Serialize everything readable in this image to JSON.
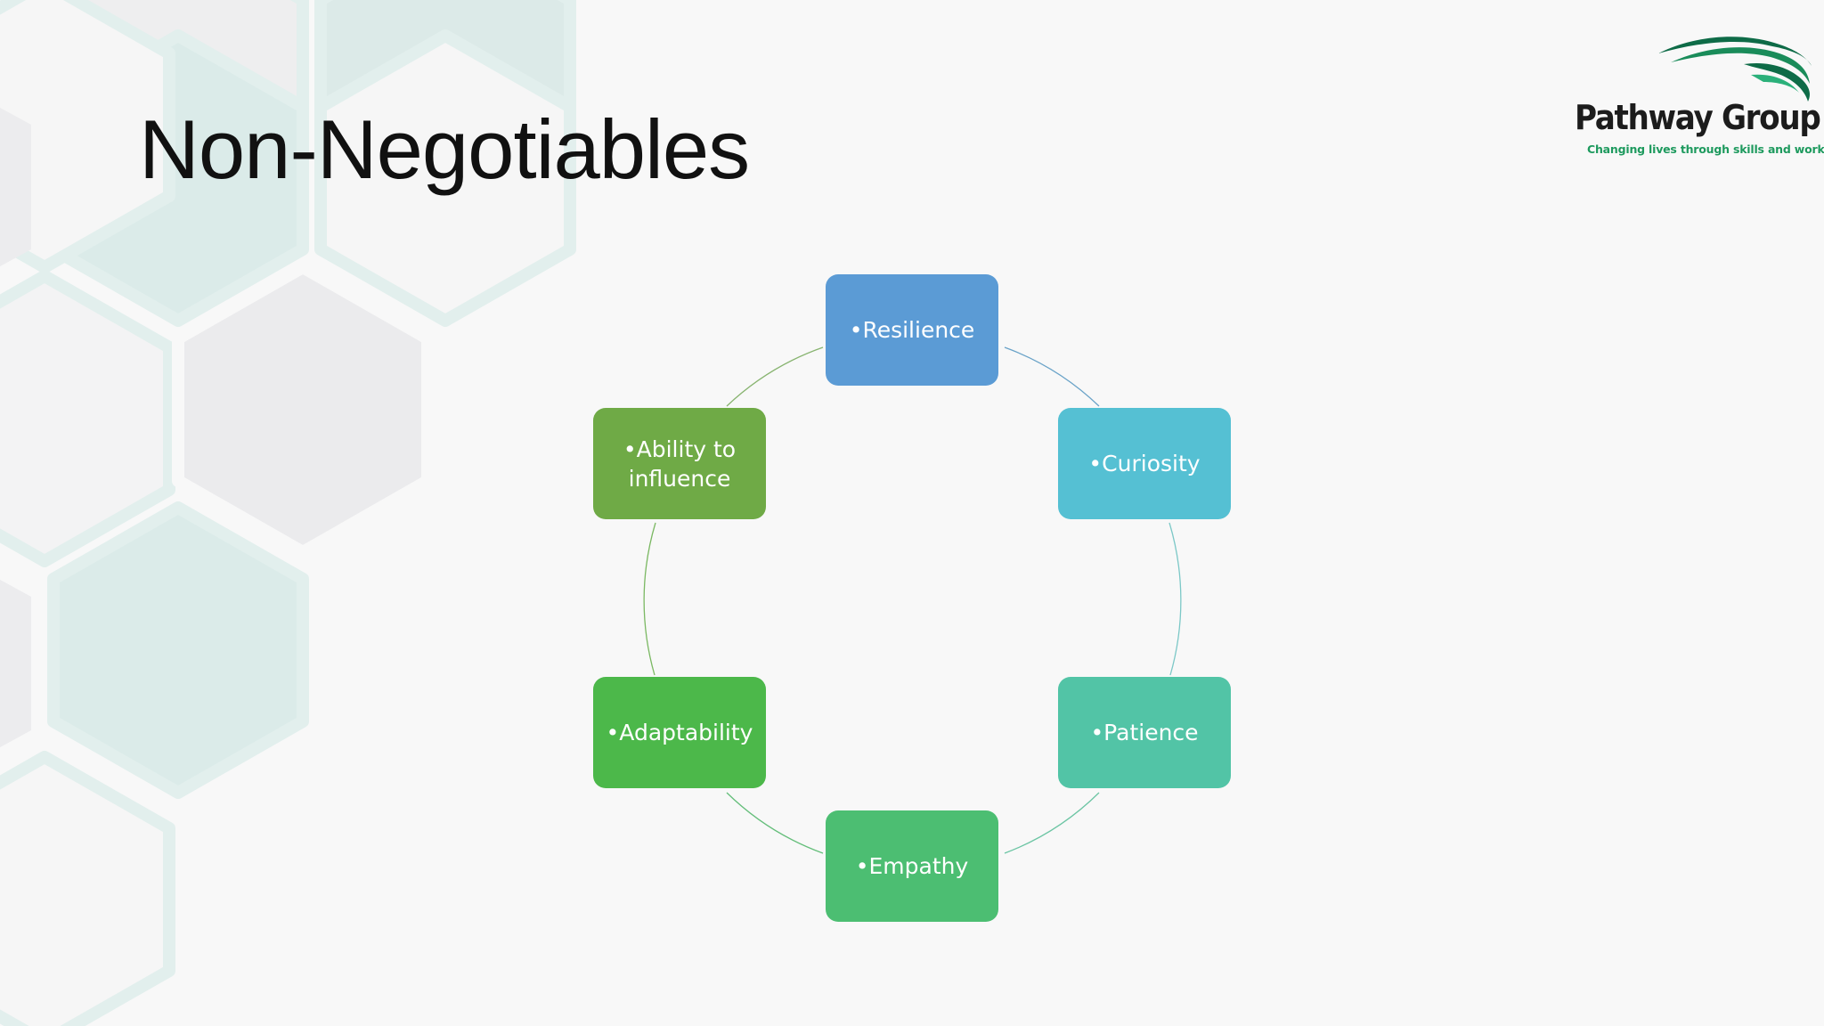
{
  "slide": {
    "title": "Non-Negotiables"
  },
  "logo": {
    "name": "Pathway Group",
    "tagline": "Changing lives through skills and work",
    "colors": {
      "wave_dark": "#0e6b47",
      "wave_light": "#2bb07a",
      "text": "#1c1c1c",
      "tagline": "#1e9a5e"
    }
  },
  "diagram": {
    "type": "cycle",
    "nodes": [
      {
        "label": "•Resilience",
        "color": "#5b9bd5"
      },
      {
        "label": "•Curiosity",
        "color": "#55c0d3"
      },
      {
        "label": "•Patience",
        "color": "#52c4a6"
      },
      {
        "label": "•Empathy",
        "color": "#4cbe72"
      },
      {
        "label": "•Adaptability",
        "color": "#4cb84a"
      },
      {
        "label": "•Ability to influence",
        "color": "#6faa46"
      }
    ]
  },
  "background": {
    "pattern": "hexagons",
    "colors": [
      "#dbebe9",
      "#eaeaec",
      "#e3efed"
    ]
  }
}
